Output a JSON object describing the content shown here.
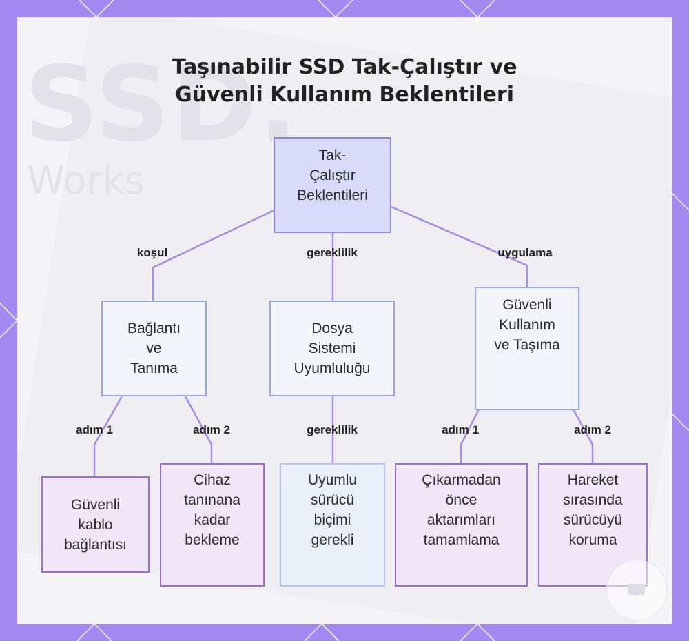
{
  "title": [
    "Taşınabilir SSD Tak-Çalıştır ve",
    "Güvenli Kullanım Beklentileri"
  ],
  "background_watermark": [
    "SSD.",
    "Works"
  ],
  "nodes": {
    "root": [
      "Tak-",
      "Çalıştır",
      "Beklentileri"
    ],
    "connection": [
      "Bağlantı",
      "ve",
      "Tanıma"
    ],
    "filesystem": [
      "Dosya",
      "Sistemi",
      "Uyumluluğu"
    ],
    "safe_use": [
      "Güvenli",
      "Kullanım",
      "ve Taşıma"
    ],
    "secure_cable": [
      "Güvenli",
      "kablo",
      "bağlantısı"
    ],
    "wait_recognition": [
      "Cihaz",
      "tanınana",
      "kadar",
      "bekleme"
    ],
    "compatible_format": [
      "Uyumlu",
      "sürücü",
      "biçimi",
      "gerekli"
    ],
    "finish_transfers": [
      "Çıkarmadan",
      "önce",
      "aktarımları",
      "tamamlama"
    ],
    "protect_drive": [
      "Hareket",
      "sırasında",
      "sürücüyü",
      "koruma"
    ]
  },
  "edge_labels": {
    "root_connection": "koşul",
    "root_filesystem": "gereklilik",
    "root_safe_use": "uygulama",
    "connection_cable": "adım 1",
    "connection_wait": "adım 2",
    "filesystem_format": "gereklilik",
    "safe_use_finish": "adım 1",
    "safe_use_protect": "adım 2"
  },
  "colors": {
    "frame": "#a28af0",
    "panel": "#f4f3f6",
    "edge": "#a58be6",
    "root_fill": "#d9daf8",
    "mid_fill": "#f4f5fb",
    "leaf_fill": "#f0e6f8"
  },
  "icons": {
    "corner_badge": "logo-badge-icon"
  }
}
